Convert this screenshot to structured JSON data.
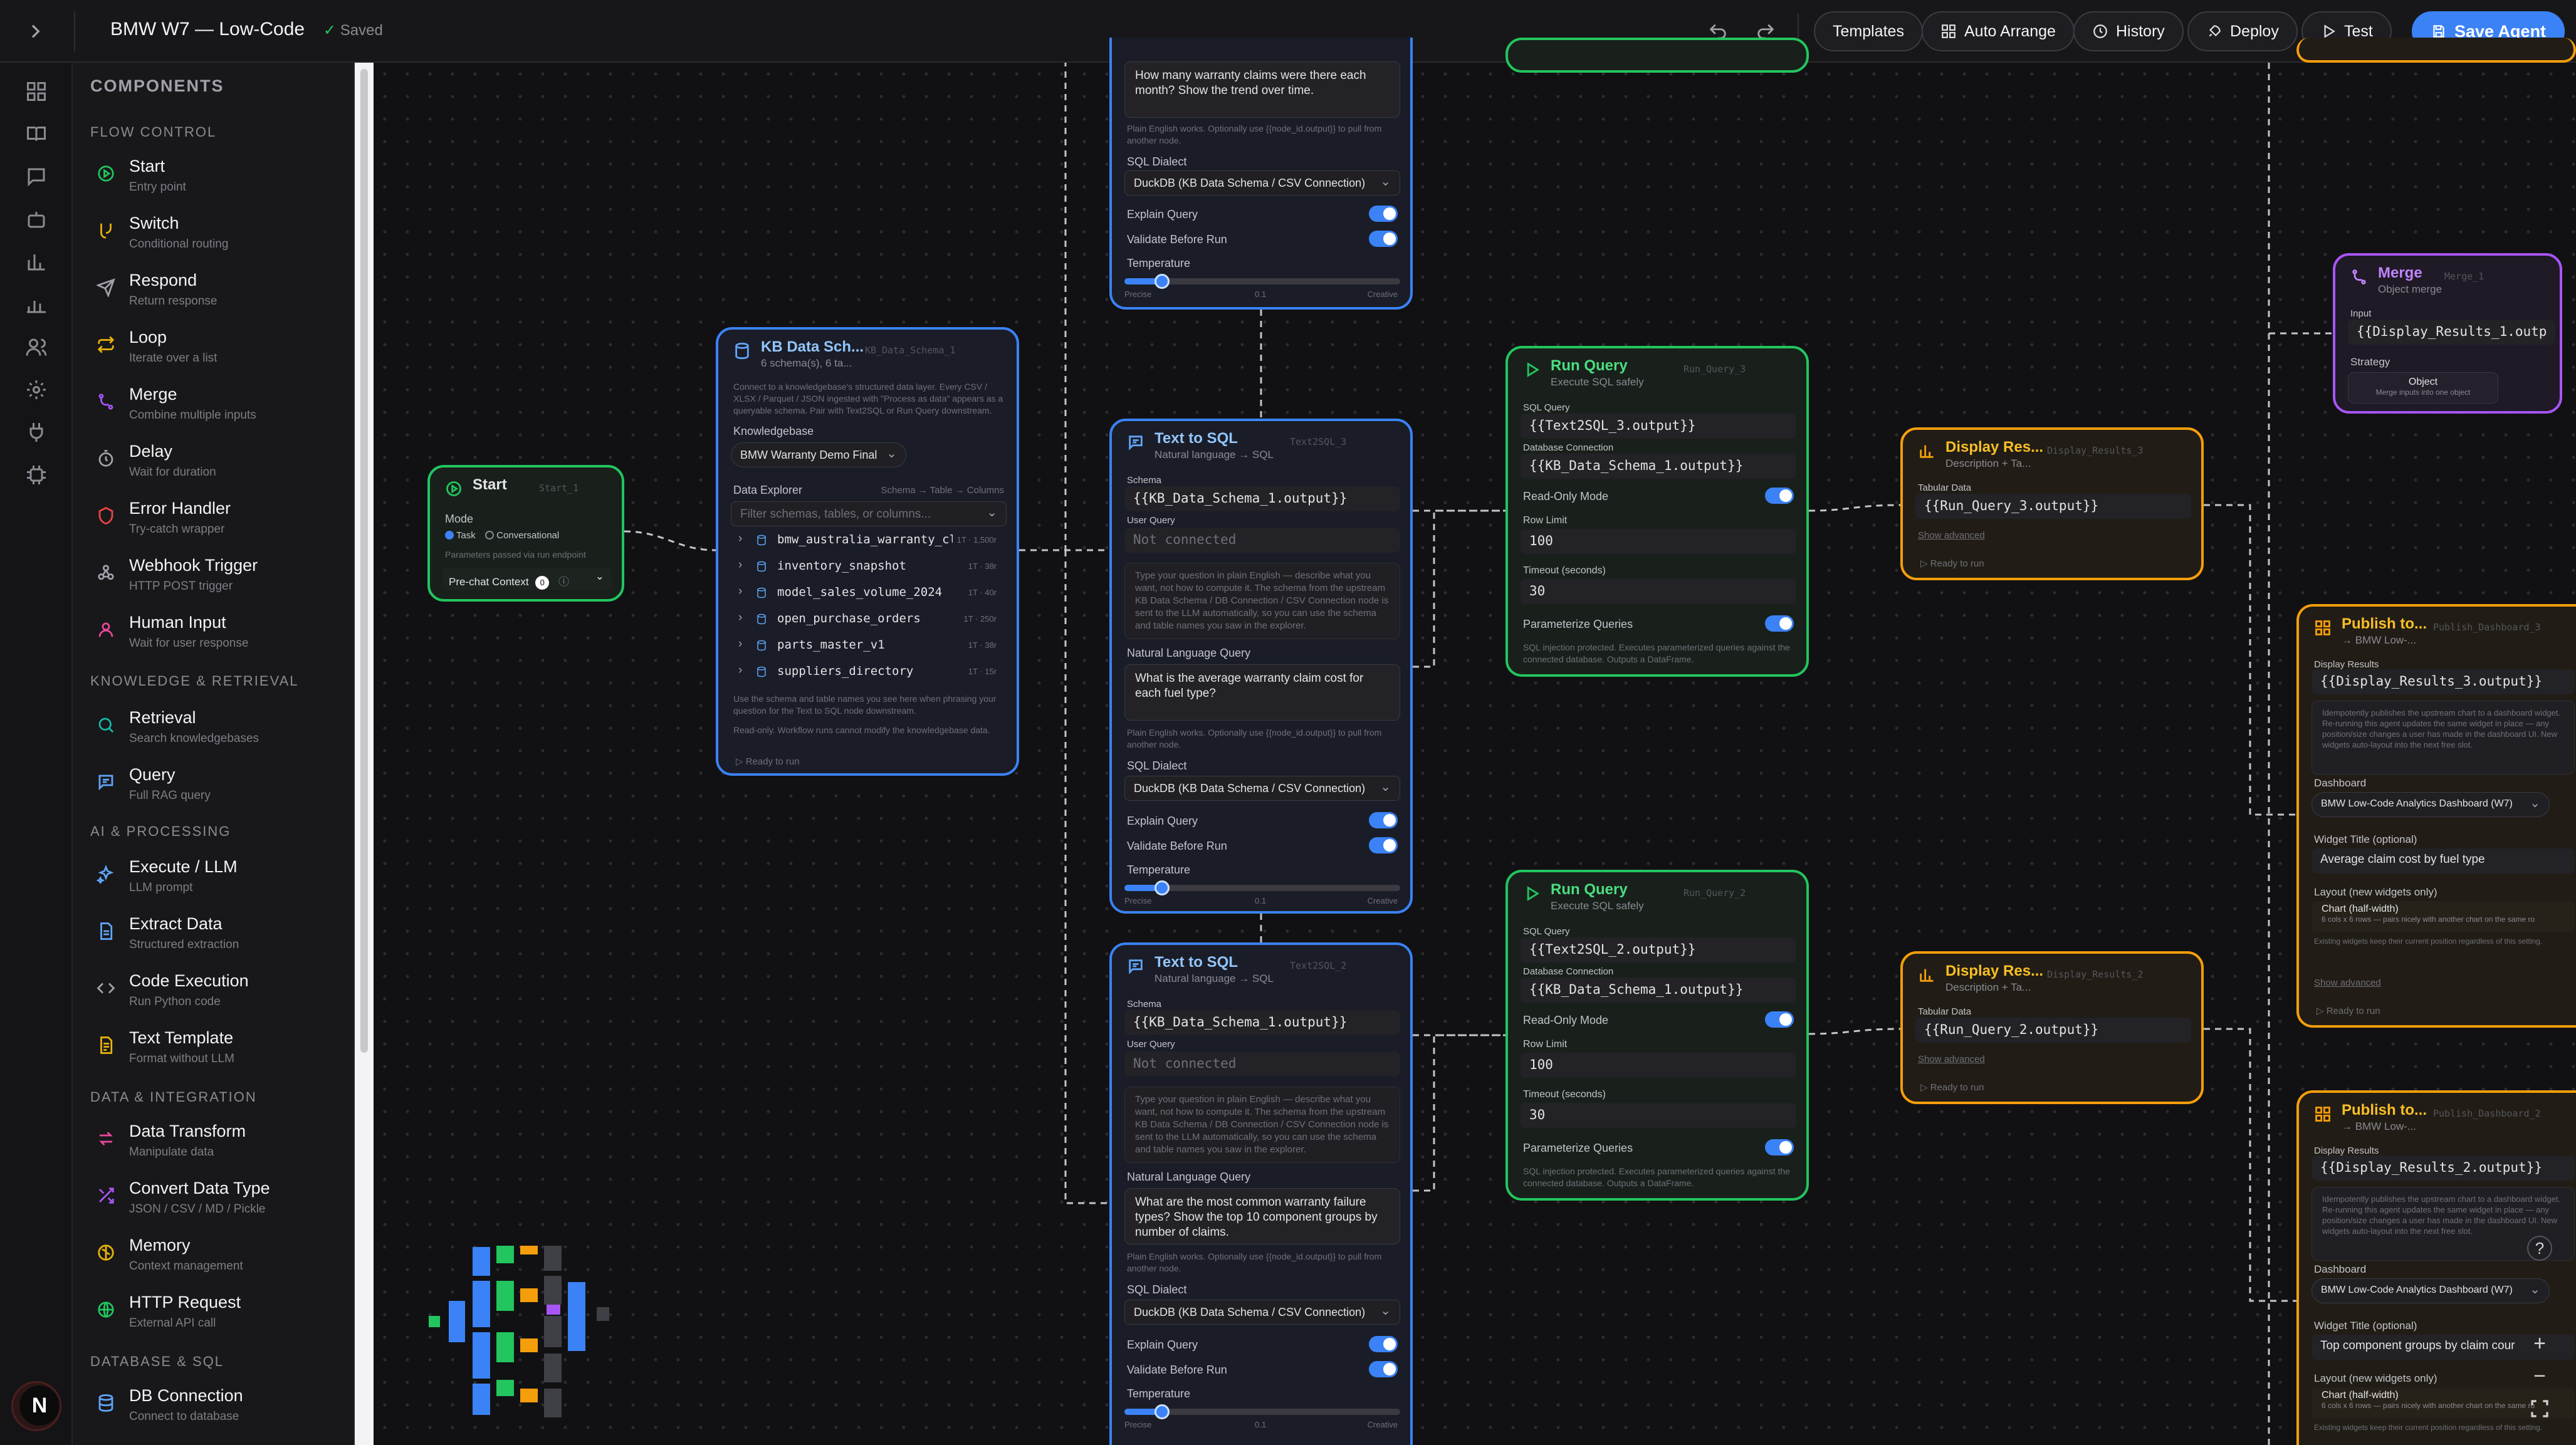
{
  "topbar": {
    "title": "BMW W7 — Low-Code",
    "saved": "Saved",
    "buttons": [
      "Templates",
      "Auto Arrange",
      "History",
      "Deploy",
      "Test",
      "Save Agent"
    ]
  },
  "sidebar": {
    "header": "COMPONENTS",
    "groups": [
      {
        "title": "FLOW CONTROL",
        "items": [
          {
            "t": "Start",
            "s": "Entry point"
          },
          {
            "t": "Switch",
            "s": "Conditional routing"
          },
          {
            "t": "Respond",
            "s": "Return response"
          },
          {
            "t": "Loop",
            "s": "Iterate over a list"
          },
          {
            "t": "Merge",
            "s": "Combine multiple inputs"
          },
          {
            "t": "Delay",
            "s": "Wait for duration"
          },
          {
            "t": "Error Handler",
            "s": "Try-catch wrapper"
          },
          {
            "t": "Webhook Trigger",
            "s": "HTTP POST trigger"
          },
          {
            "t": "Human Input",
            "s": "Wait for user response"
          }
        ]
      },
      {
        "title": "KNOWLEDGE & RETRIEVAL",
        "items": [
          {
            "t": "Retrieval",
            "s": "Search knowledgebases"
          },
          {
            "t": "Query",
            "s": "Full RAG query"
          }
        ]
      },
      {
        "title": "AI & PROCESSING",
        "items": [
          {
            "t": "Execute / LLM",
            "s": "LLM prompt"
          },
          {
            "t": "Extract Data",
            "s": "Structured extraction"
          },
          {
            "t": "Code Execution",
            "s": "Run Python code"
          },
          {
            "t": "Text Template",
            "s": "Format without LLM"
          }
        ]
      },
      {
        "title": "DATA & INTEGRATION",
        "items": [
          {
            "t": "Data Transform",
            "s": "Manipulate data"
          },
          {
            "t": "Convert Data Type",
            "s": "JSON / CSV / MD / Pickle"
          },
          {
            "t": "Memory",
            "s": "Context management"
          },
          {
            "t": "HTTP Request",
            "s": "External API call"
          }
        ]
      },
      {
        "title": "DATABASE & SQL",
        "items": [
          {
            "t": "DB Connection",
            "s": "Connect to database"
          }
        ]
      }
    ]
  },
  "avatar": "N",
  "start": {
    "title": "Start",
    "id": "Start_1",
    "mode_label": "Mode",
    "opt_task": "Task",
    "opt_conv": "Conversational",
    "note": "Parameters passed via run endpoint",
    "prechat": "Pre-chat Context",
    "prechat_count": "0"
  },
  "kb": {
    "title": "KB Data Sch...",
    "id": "KB_Data_Schema_1",
    "subtitle": "6 schema(s), 6 ta...",
    "desc": "Connect to a knowledgebase's structured data layer. Every CSV / XLSX / Parquet / JSON ingested with \"Process as data\" appears as a queryable schema. Pair with Text2SQL or Run Query downstream.",
    "kb_label": "Knowledgebase",
    "kb_value": "BMW Warranty Demo Final",
    "explorer_label": "Data Explorer",
    "explorer_path": "Schema → Table → Columns",
    "search_ph": "Filter schemas, tables, or columns...",
    "schemas": [
      {
        "name": "bmw_australia_warranty_cle...",
        "ct": "1T · 1,500r"
      },
      {
        "name": "inventory_snapshot",
        "ct": "1T · 38r"
      },
      {
        "name": "model_sales_volume_2024",
        "ct": "1T · 40r"
      },
      {
        "name": "open_purchase_orders",
        "ct": "1T · 250r"
      },
      {
        "name": "parts_master_v1",
        "ct": "1T · 38r"
      },
      {
        "name": "suppliers_directory",
        "ct": "1T · 15r"
      }
    ],
    "hint": "Use the schema and table names you see here when phrasing your question for the Text to SQL node downstream.",
    "readonly": "Read-only. Workflow runs cannot modify the knowledgebase data.",
    "status": "Ready to run"
  },
  "t2s_top": {
    "question": "How many warranty claims were there each month? Show the trend over time.",
    "plain": "Plain English works. Optionally use {{node_id.output}} to pull from another node.",
    "dialect_label": "SQL Dialect",
    "dialect": "DuckDB (KB Data Schema / CSV Connection)",
    "explain": "Explain Query",
    "validate": "Validate Before Run",
    "temp": "Temperature",
    "precise": "Precise",
    "mid": "0.1",
    "creative": "Creative"
  },
  "t2s3": {
    "title": "Text to SQL",
    "subtitle": "Natural language → SQL",
    "id": "Text2SQL_3",
    "schema_label": "Schema",
    "schema": "{{KB_Data_Schema_1.output}}",
    "uq_label": "User Query",
    "uq": "Not connected",
    "info": "Type your question in plain English — describe what you want, not how to compute it. The schema from the upstream KB Data Schema / DB Connection / CSV Connection node is sent to the LLM automatically, so you can use the schema and table names you saw in the explorer.",
    "nlq_label": "Natural Language Query",
    "nlq": "What is the average warranty claim cost for each fuel type?",
    "plain": "Plain English works. Optionally use {{node_id.output}} to pull from another node.",
    "dialect_label": "SQL Dialect",
    "dialect": "DuckDB (KB Data Schema / CSV Connection)",
    "explain": "Explain Query",
    "validate": "Validate Before Run",
    "temp": "Temperature",
    "precise": "Precise",
    "mid": "0.1",
    "creative": "Creative"
  },
  "t2s2": {
    "title": "Text to SQL",
    "subtitle": "Natural language → SQL",
    "id": "Text2SQL_2",
    "schema_label": "Schema",
    "schema": "{{KB_Data_Schema_1.output}}",
    "uq_label": "User Query",
    "uq": "Not connected",
    "info": "Type your question in plain English — describe what you want, not how to compute it. The schema from the upstream KB Data Schema / DB Connection / CSV Connection node is sent to the LLM automatically, so you can use the schema and table names you saw in the explorer.",
    "nlq_label": "Natural Language Query",
    "nlq": "What are the most common warranty failure types? Show the top 10 component groups by number of claims.",
    "plain": "Plain English works. Optionally use {{node_id.output}} to pull from another node.",
    "dialect_label": "SQL Dialect",
    "dialect": "DuckDB (KB Data Schema / CSV Connection)",
    "explain": "Explain Query",
    "validate": "Validate Before Run",
    "temp": "Temperature",
    "precise": "Precise",
    "mid": "0.1",
    "creative": "Creative"
  },
  "rq3": {
    "title": "Run Query",
    "subtitle": "Execute SQL safely",
    "id": "Run_Query_3",
    "sql_label": "SQL Query",
    "sql": "{{Text2SQL_3.output}}",
    "conn_label": "Database Connection",
    "conn": "{{KB_Data_Schema_1.output}}",
    "ro": "Read-Only Mode",
    "rl_label": "Row Limit",
    "rl": "100",
    "to_label": "Timeout (seconds)",
    "to": "30",
    "param": "Parameterize Queries",
    "note": "SQL injection protected. Executes parameterized queries against the connected database. Outputs a DataFrame."
  },
  "rq2": {
    "title": "Run Query",
    "subtitle": "Execute SQL safely",
    "id": "Run_Query_2",
    "sql_label": "SQL Query",
    "sql": "{{Text2SQL_2.output}}",
    "conn_label": "Database Connection",
    "conn": "{{KB_Data_Schema_1.output}}",
    "ro": "Read-Only Mode",
    "rl_label": "Row Limit",
    "rl": "100",
    "to_label": "Timeout (seconds)",
    "to": "30",
    "param": "Parameterize Queries",
    "note": "SQL injection protected. Executes parameterized queries against the connected database. Outputs a DataFrame."
  },
  "dr3": {
    "title": "Display Res...",
    "subtitle": "Description + Ta...",
    "id": "Display_Results_3",
    "td_label": "Tabular Data",
    "td": "{{Run_Query_3.output}}",
    "adv": "Show advanced",
    "status": "Ready to run"
  },
  "dr2": {
    "title": "Display Res...",
    "subtitle": "Description + Ta...",
    "id": "Display_Results_2",
    "td_label": "Tabular Data",
    "td": "{{Run_Query_2.output}}",
    "adv": "Show advanced",
    "status": "Ready to run"
  },
  "merge": {
    "title": "Merge",
    "subtitle": "Object merge",
    "id": "Merge_1",
    "input_label": "Input",
    "input": "{{Display_Results_1.outp",
    "strategy_label": "Strategy",
    "strategy": "Object",
    "strategy_sub": "Merge inputs into one object"
  },
  "pub3": {
    "title": "Publish to...",
    "subtitle": "→ BMW Low-...",
    "id": "Publish_Dashboard_3",
    "dr_label": "Display Results",
    "dr": "{{Display_Results_3.output}}",
    "info": "Idempotently publishes the upstream chart to a dashboard widget. Re-running this agent updates the same widget in place — any position/size changes a user has made in the dashboard UI. New widgets auto-layout into the next free slot.",
    "dash_label": "Dashboard",
    "dash": "BMW Low-Code Analytics Dashboard (W7)",
    "wt_label": "Widget Title (optional)",
    "wt": "Average claim cost by fuel type",
    "layout_label": "Layout (new widgets only)",
    "layout": "Chart (half-width)",
    "layout_sub": "6 cols x 6 rows — pairs nicely with another chart on the same ro",
    "existing": "Existing widgets keep their current position regardless of this setting.",
    "adv": "Show advanced",
    "status": "Ready to run"
  },
  "pub2": {
    "title": "Publish to...",
    "subtitle": "→ BMW Low-...",
    "id": "Publish_Dashboard_2",
    "dr_label": "Display Results",
    "dr": "{{Display_Results_2.output}}",
    "info": "Idempotently publishes the upstream chart to a dashboard widget. Re-running this agent updates the same widget in place — any position/size changes a user has made in the dashboard UI. New widgets auto-layout into the next free slot.",
    "dash_label": "Dashboard",
    "dash": "BMW Low-Code Analytics Dashboard (W7)",
    "wt_label": "Widget Title (optional)",
    "wt": "Top component groups by claim cour",
    "layout_label": "Layout (new widgets only)",
    "layout": "Chart (half-width)",
    "layout_sub": "6 cols x 6 rows — pairs nicely with another chart on the same ro",
    "existing": "Existing widgets keep their current position regardless of this setting."
  },
  "canvas_controls": {
    "zoom_in": "+",
    "zoom_out": "−",
    "help": "?"
  },
  "colors": {
    "blue": "#3b82f6",
    "green": "#22c55e",
    "orange": "#f59e0b",
    "purple": "#a855f7"
  }
}
